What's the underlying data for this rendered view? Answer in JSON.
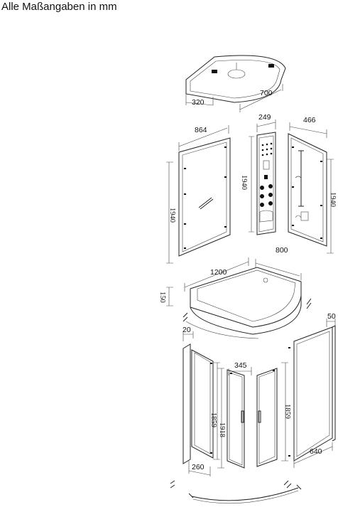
{
  "header": {
    "title": "Alle Maßangaben in mm"
  },
  "dimensions": {
    "roof_depth": "320",
    "roof_width": "700",
    "column_width": "249",
    "side_panel_width": "466",
    "back_panel_width": "864",
    "back_panel_height": "1940",
    "column_height": "1940",
    "side_panel_height": "1940",
    "tray_width": "1200",
    "tray_depth": "800",
    "tray_height": "150",
    "top_gap": "20",
    "right_gap": "50",
    "door_width": "345",
    "left_fixed_height": "1859",
    "door_height": "1918",
    "right_fixed_height": "1859",
    "left_fixed_width": "260",
    "right_fixed_width": "640"
  }
}
